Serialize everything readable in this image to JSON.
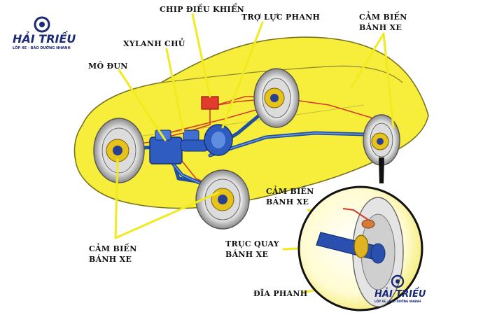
{
  "logo": {
    "brand": "HẢI TRIỀU",
    "tagline": "LỐP XE - BẢO DƯỠNG NHANH"
  },
  "labels": {
    "chip": "CHIP ĐIỀU KHIỂN",
    "booster": "TRỢ LỰC PHANH",
    "master_cylinder": "XYLANH CHỦ",
    "module": "MÔ ĐUN",
    "sensor_top_right_line1": "CẢM BIẾN",
    "sensor_top_right_line2": "BÁNH XE",
    "sensor_bottom_left_line1": "CẢM BIẾN",
    "sensor_bottom_left_line2": "BÁNH XE",
    "sensor_inset_line1": "CẢM BIẾN",
    "sensor_inset_line2": "BÁNH XE",
    "axle_line1": "TRỤC QUAY",
    "axle_line2": "BÁNH XE",
    "disc": "ĐĨA PHANH"
  },
  "colors": {
    "car_body": "#f6ee3a",
    "brake_line": "#1f4fa0",
    "signal_wire": "#d43a2a",
    "chip": "#e23b2b",
    "pointer": "#f2ea1e"
  }
}
